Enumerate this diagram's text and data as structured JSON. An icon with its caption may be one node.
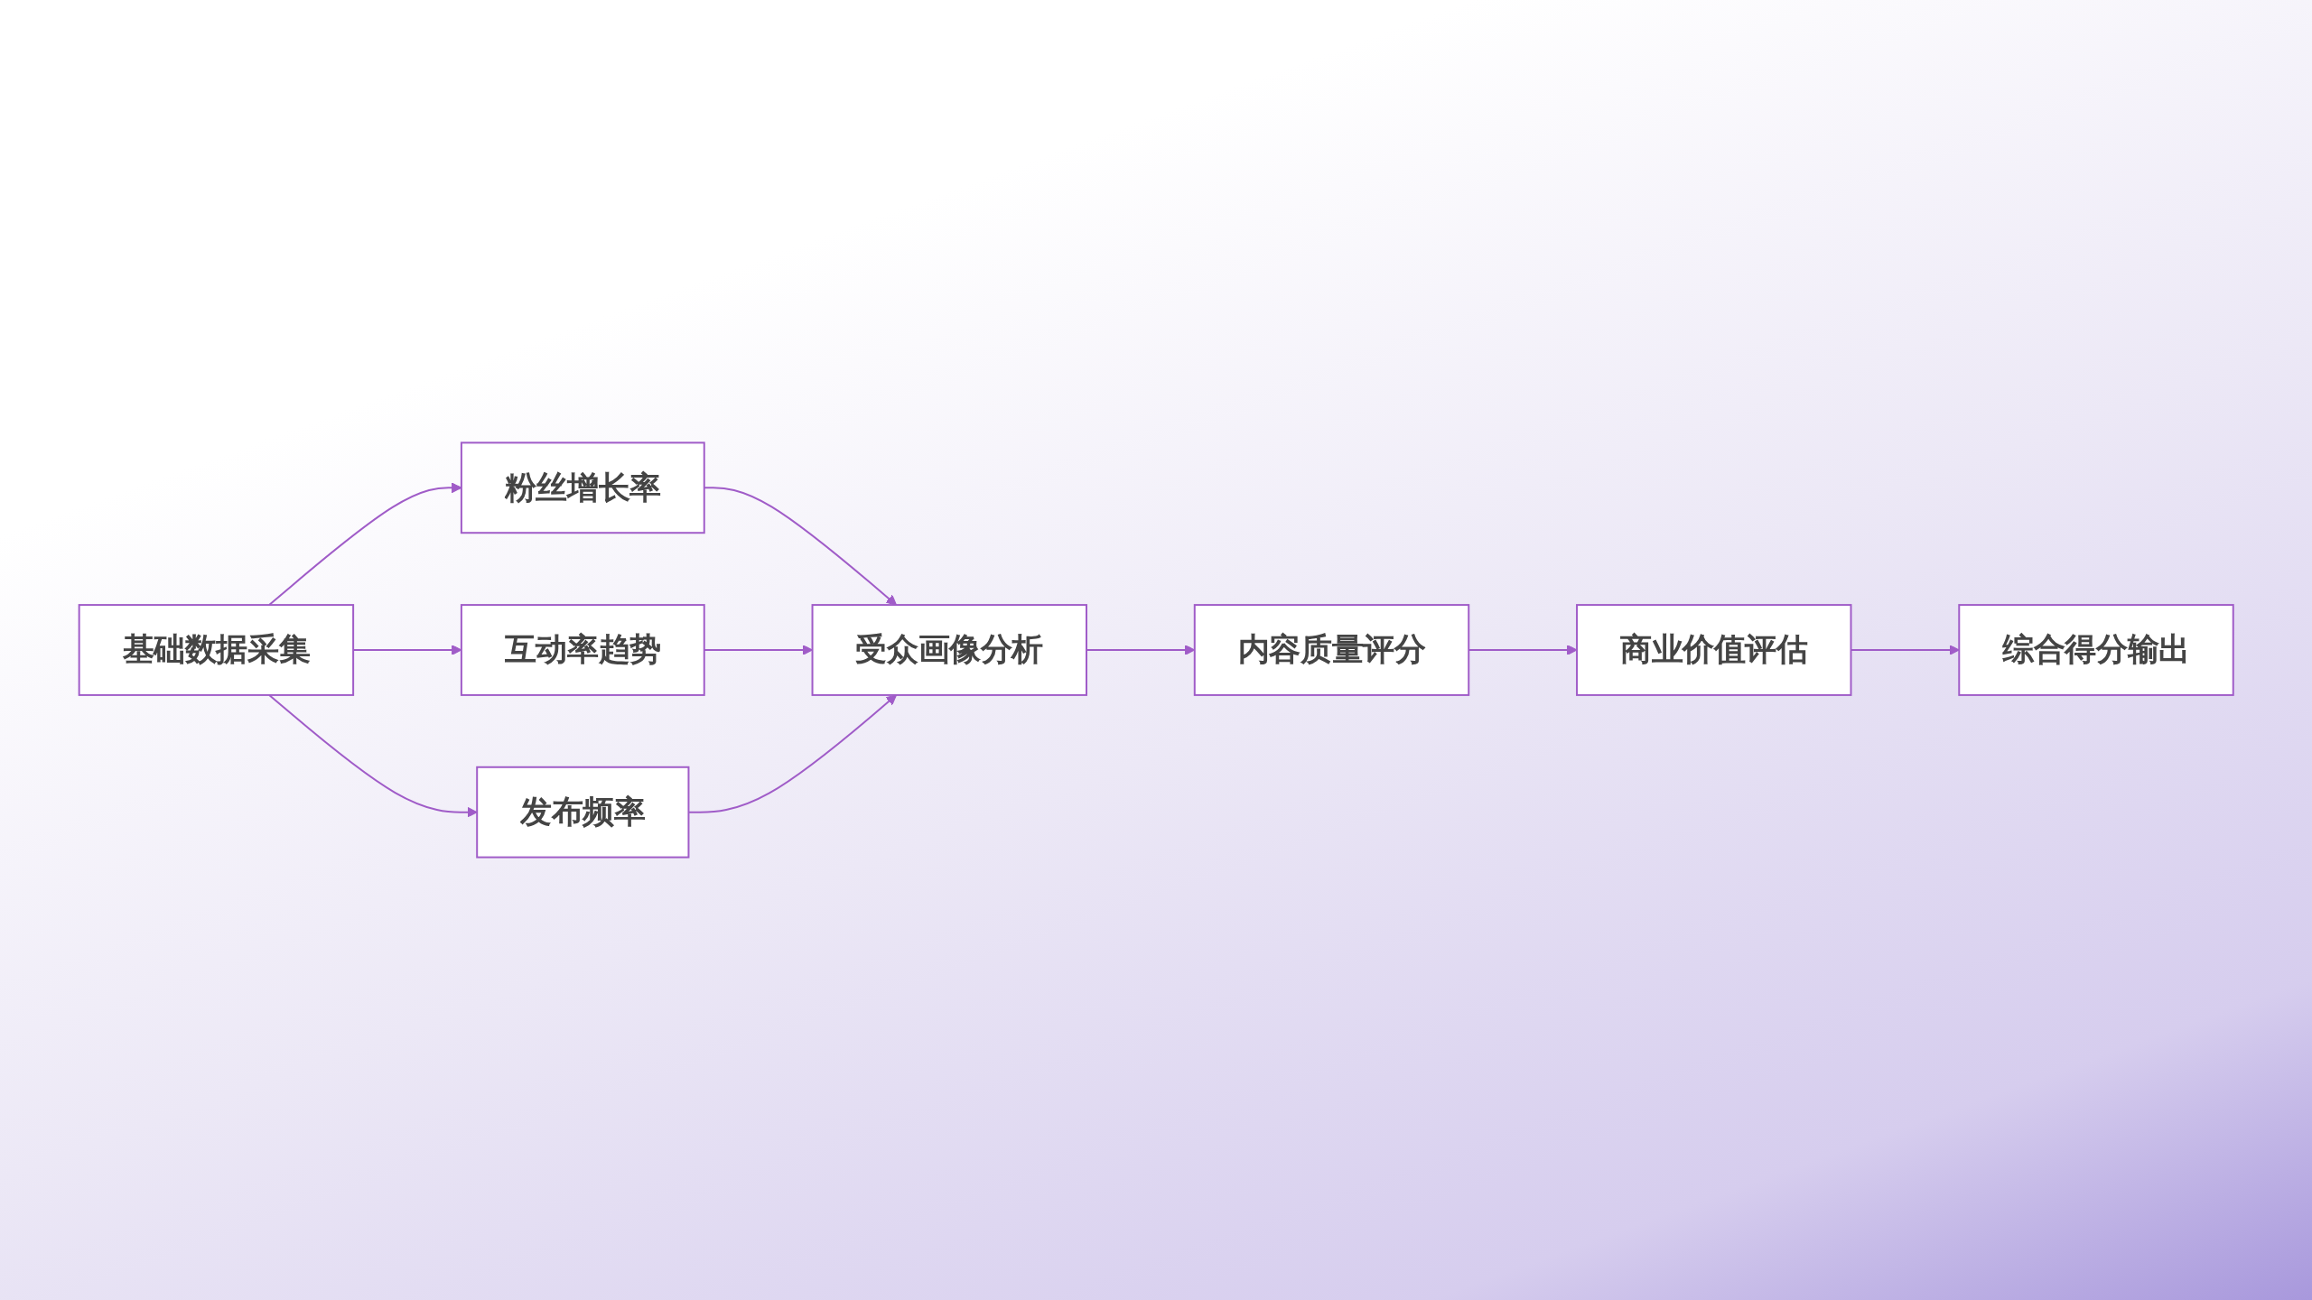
{
  "diagram": {
    "nodes": [
      {
        "text": [
          "基础数据采集"
        ]
      },
      {
        "text": [
          "粉丝增长率"
        ]
      },
      {
        "text": [
          "互动率趋势"
        ]
      },
      {
        "text": [
          "发布频率"
        ]
      },
      {
        "text": [
          "受众画像分析"
        ]
      },
      {
        "text": [
          "内容质量评分"
        ]
      },
      {
        "text": [
          "商业价值评估"
        ]
      },
      {
        "text": [
          "综合得分输出"
        ]
      }
    ],
    "edges": [
      {
        "from": 0,
        "to": 1,
        "arrow": "to"
      },
      {
        "from": 0,
        "to": 2,
        "arrow": "to"
      },
      {
        "from": 0,
        "to": 3,
        "arrow": "to"
      },
      {
        "from": 1,
        "to": 4,
        "arrow": "to"
      },
      {
        "from": 2,
        "to": 4,
        "arrow": "to"
      },
      {
        "from": 3,
        "to": 4,
        "arrow": "to"
      },
      {
        "from": 4,
        "to": 5,
        "arrow": "to"
      },
      {
        "from": 5,
        "to": 6,
        "arrow": "to"
      },
      {
        "from": 6,
        "to": 7,
        "arrow": "to"
      }
    ]
  }
}
